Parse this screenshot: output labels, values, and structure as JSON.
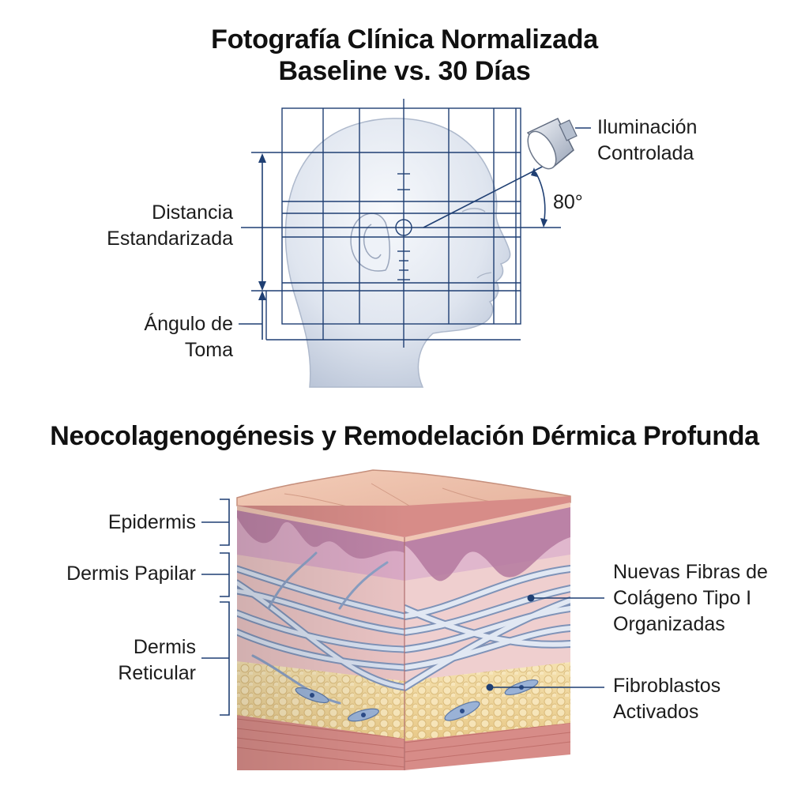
{
  "header": {
    "title_line1": "Fotografía Clínica Normalizada",
    "title_line2": "Baseline vs. 30 Días"
  },
  "photo_setup": {
    "distance_label": [
      "Distancia",
      "Estandarizada"
    ],
    "angle_label": [
      "Ángulo de",
      "Toma"
    ],
    "lighting_label": [
      "Iluminación",
      "Controlada"
    ],
    "angle_value": "80°"
  },
  "section2": {
    "title": "Neocolagenogénesis y Remodelación Dérmica Profunda"
  },
  "skin_layers": {
    "epidermis": "Epidermis",
    "papillary": "Dermis Papilar",
    "reticular": [
      "Dermis",
      "Reticular"
    ]
  },
  "annotations": {
    "collagen": [
      "Nuevas Fibras de",
      "Colágeno Tipo I",
      "Organizadas"
    ],
    "fibroblasts": [
      "Fibroblastos",
      "Activados"
    ]
  },
  "colors": {
    "guide_blue": "#1f3f73",
    "head_fill": "#e4e9f2",
    "epidermis": "#e9b9a6",
    "papillary_dermis": "#cf9db9",
    "collagen_fiber": "#a9bad6",
    "fat_layer": "#f0d9a2",
    "muscle_layer": "#d98a86"
  }
}
